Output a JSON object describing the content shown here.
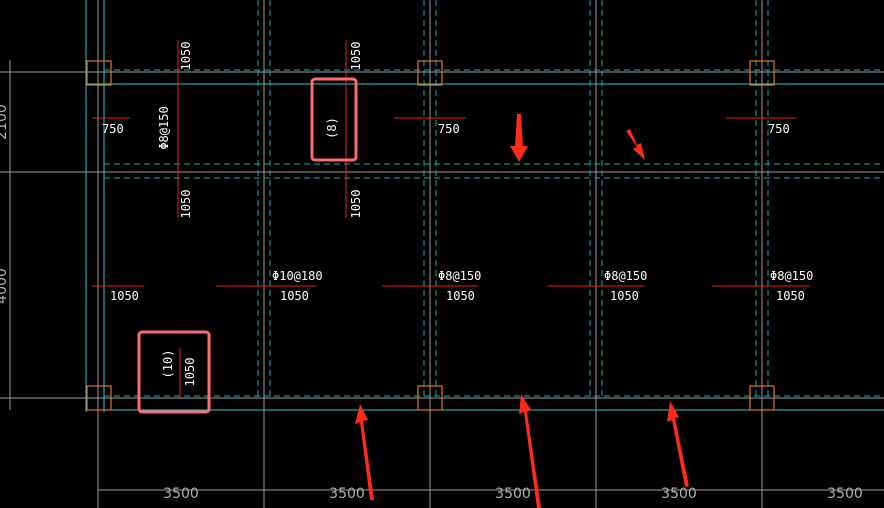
{
  "top_partial_label": "1050",
  "left_dims": [
    "2100",
    "4000"
  ],
  "bottom_dims": [
    "3500",
    "3500",
    "3500",
    "3500",
    "3500"
  ],
  "vertical_bar_labels": [
    {
      "id": "v1a",
      "text": "1050"
    },
    {
      "id": "v1b",
      "text": "1050"
    },
    {
      "id": "v1c",
      "text": "1050"
    },
    {
      "id": "v1d",
      "text": "1050"
    },
    {
      "id": "v1e",
      "text": "1050"
    }
  ],
  "spec_vertical": "Φ8@150",
  "boxed_top": "(8)",
  "boxed_bottom": "(10)",
  "upper_row_labels": [
    "750",
    "750",
    "750"
  ],
  "mid_specs": [
    "Φ10@180",
    "Φ8@150",
    "Φ8@150",
    "Φ8@150"
  ],
  "mid_values": [
    "1050",
    "1050",
    "1050",
    "1050",
    "1050"
  ],
  "colors": {
    "background": "#000000",
    "grid": "#ffffff",
    "beam_dashed": "#1aa8a8",
    "rebar": "#e81e1e",
    "column": "#e07820",
    "highlight_box": "#ff6b6b",
    "arrow": "#ff2a1a"
  }
}
